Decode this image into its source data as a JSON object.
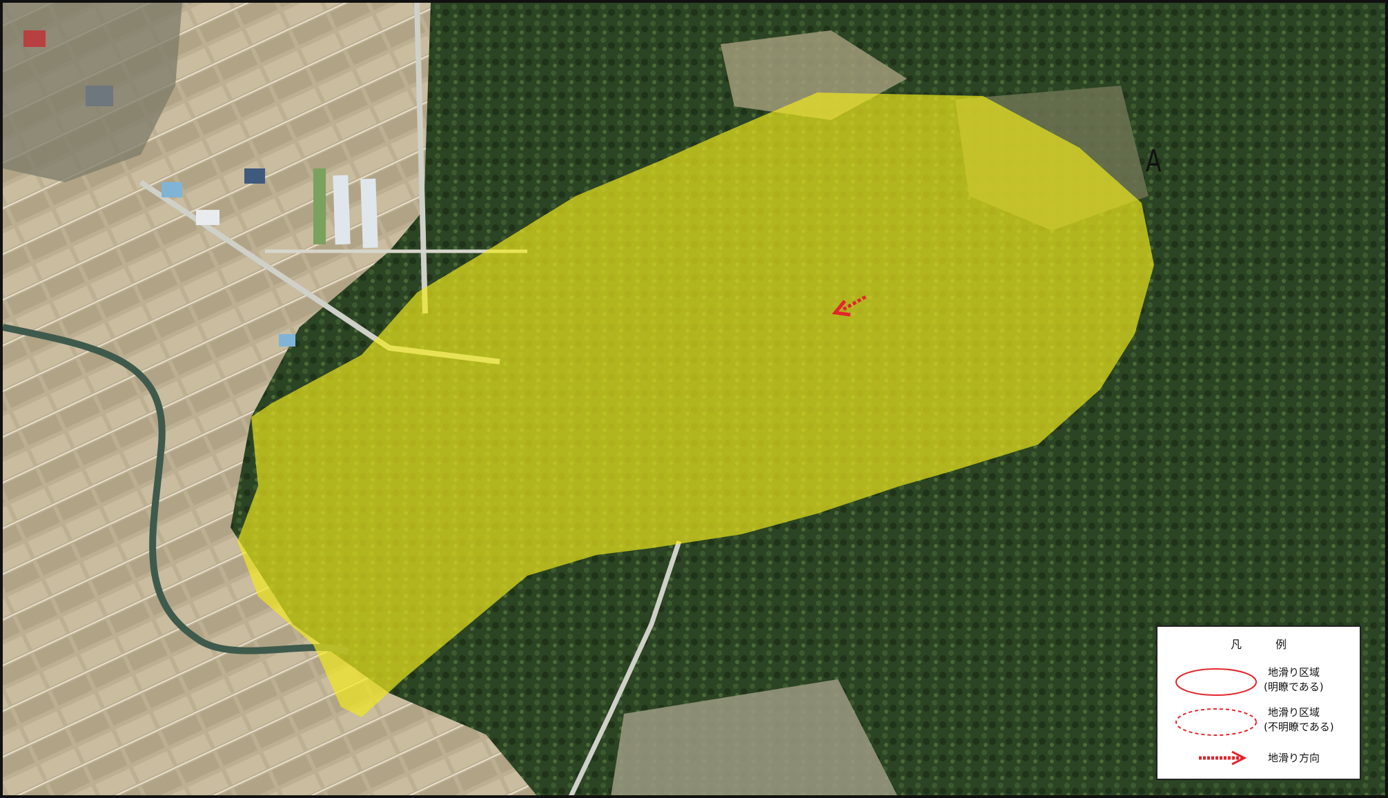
{
  "map": {
    "point_label": "A",
    "landslide_fill_color": "#f2ea1c",
    "arrow_color": "#e4252b",
    "forest_color": "#27401f",
    "field_color": "#b7aa8e"
  },
  "legend": {
    "title": "凡 例",
    "items": [
      {
        "symbol": "solid-ellipse-icon",
        "line1": "地滑り区域",
        "line2": "(明瞭である)"
      },
      {
        "symbol": "dashed-ellipse-icon",
        "line1": "地滑り区域",
        "line2": "(不明瞭である)"
      },
      {
        "symbol": "dashed-arrow-icon",
        "line1": "地滑り方向",
        "line2": ""
      }
    ]
  }
}
